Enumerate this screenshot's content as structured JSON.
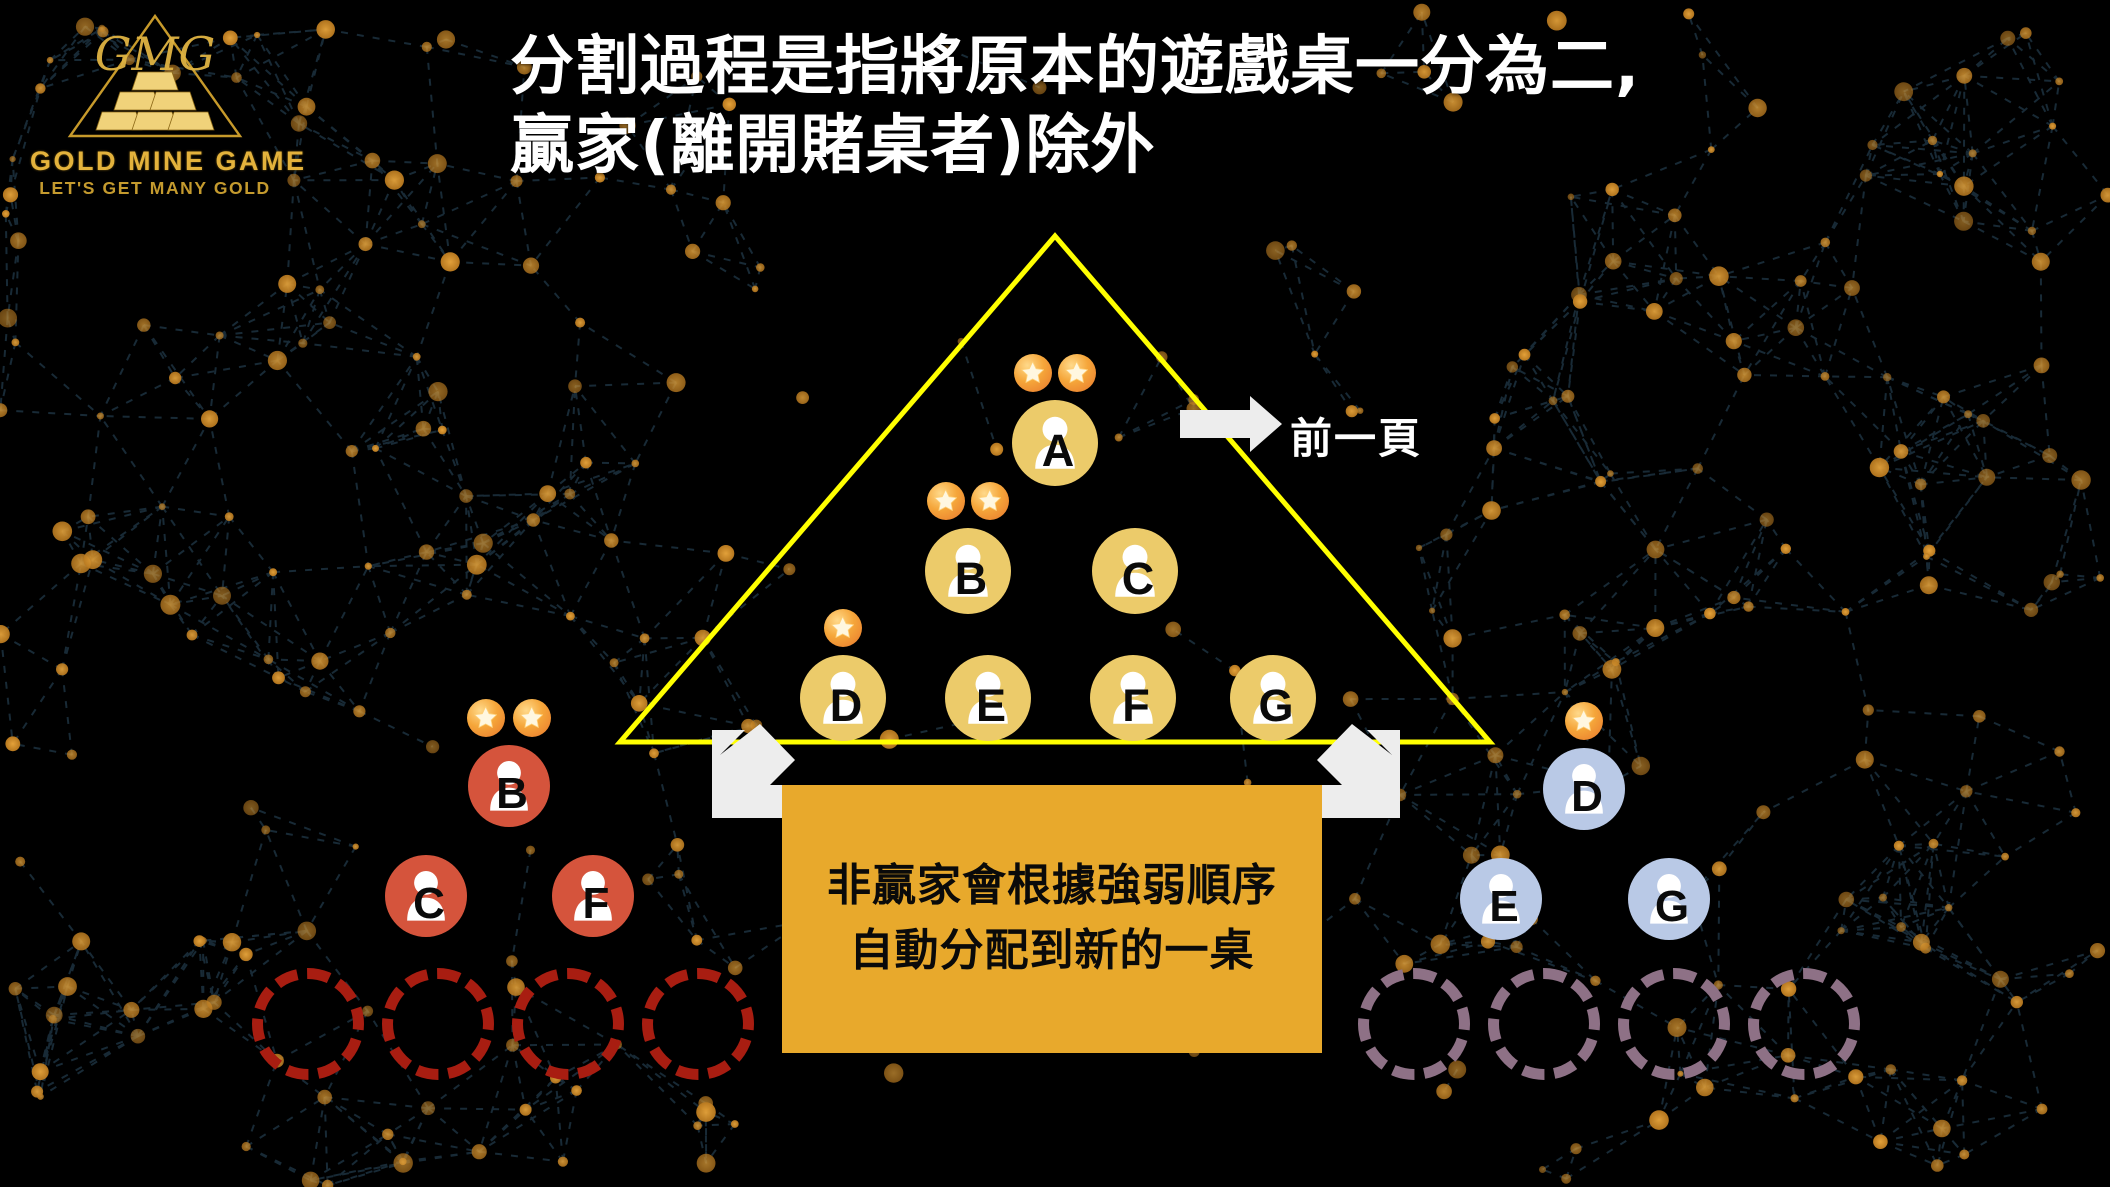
{
  "logo": {
    "mark_text": "GMG",
    "name": "GOLD MINE GAME",
    "tagline": "LET'S GET MANY GOLD",
    "color": "#e3b23c"
  },
  "title": {
    "line1": "分割過程是指將原本的遊戲桌一分為二,",
    "line2": "贏家(離開賭桌者)除外",
    "color": "#ffffff"
  },
  "main_table": {
    "border_color": "#ffff00",
    "seat_color": "#eccb6a",
    "players": [
      {
        "label": "A",
        "stars": 2,
        "row": 0
      },
      {
        "label": "B",
        "stars": 2,
        "row": 1
      },
      {
        "label": "C",
        "stars": 0,
        "row": 1
      },
      {
        "label": "D",
        "stars": 1,
        "row": 2
      },
      {
        "label": "E",
        "stars": 0,
        "row": 2
      },
      {
        "label": "F",
        "stars": 0,
        "row": 2
      },
      {
        "label": "G",
        "stars": 0,
        "row": 2
      }
    ]
  },
  "prev_page": {
    "label": "前一頁",
    "icon": "arrow-right-icon"
  },
  "left_table": {
    "seat_color": "#d5543c",
    "empty_seat_color": "#a81d11",
    "players": [
      {
        "label": "B",
        "stars": 2
      },
      {
        "label": "C",
        "stars": 0
      },
      {
        "label": "F",
        "stars": 0
      }
    ],
    "empty_seats": 4
  },
  "right_table": {
    "seat_color": "#b9c9e6",
    "empty_seat_color": "#8e7186",
    "players": [
      {
        "label": "D",
        "stars": 1
      },
      {
        "label": "E",
        "stars": 0
      },
      {
        "label": "G",
        "stars": 0
      }
    ],
    "empty_seats": 4
  },
  "callout": {
    "line1": "非贏家會根據強弱順序",
    "line2": "自動分配到新的一桌",
    "background": "#e8a92c",
    "text_color": "#0a0a0a"
  },
  "split_arrows": {
    "left": "arrow-down-left-icon",
    "right": "arrow-down-right-icon",
    "color": "#eeeeee"
  }
}
